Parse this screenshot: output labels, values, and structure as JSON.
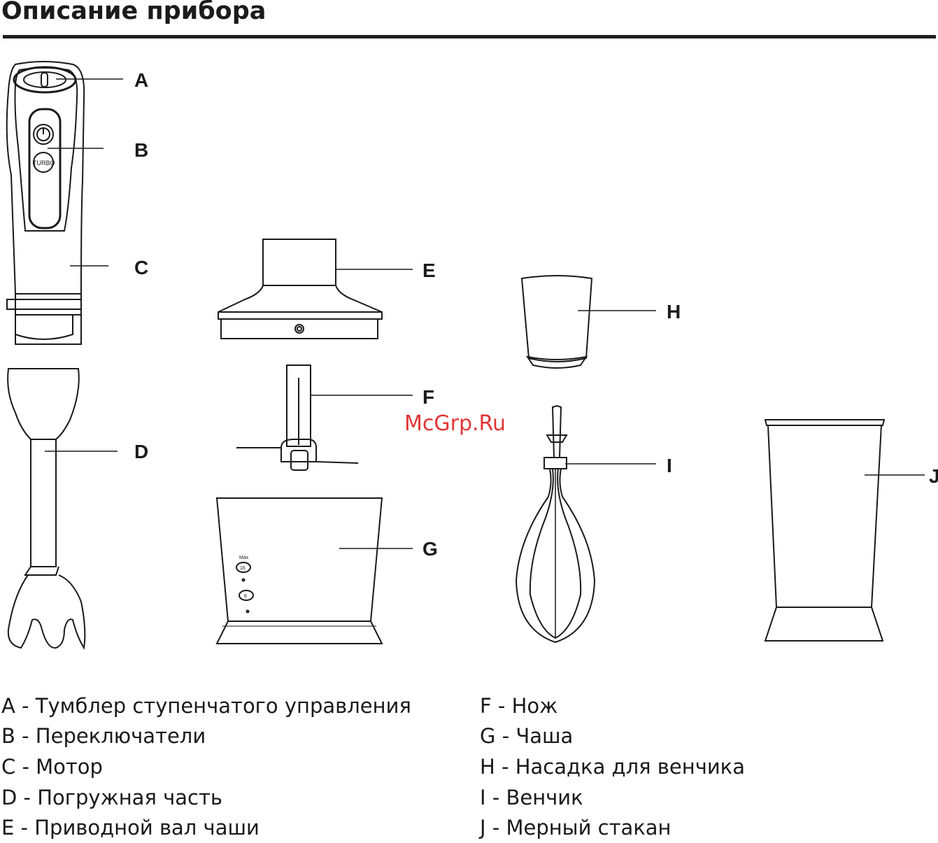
{
  "title": "Описание прибора",
  "watermark": "McGrp.Ru",
  "parts": {
    "A": "A",
    "B": "B",
    "C": "C",
    "D": "D",
    "E": "E",
    "F": "F",
    "G": "G",
    "H": "H",
    "I": "I",
    "J": "J"
  },
  "button_labels": {
    "turbo": "TURBO",
    "bowl_max": "Max",
    "bowl_mark_1": "16",
    "bowl_mark_2": "8"
  },
  "legend": {
    "left": [
      "A - Тумблер ступенчатого управления",
      "B - Переключатели",
      "C - Мотор",
      "D - Погружная часть",
      "E - Приводной вал чаши"
    ],
    "right": [
      "F - Нож",
      "G - Чаша",
      "H - Насадка для венчика",
      "I - Венчик",
      "J - Мерный стакан"
    ]
  },
  "colors": {
    "line": "#1a1a1a",
    "watermark": "#e23535"
  }
}
